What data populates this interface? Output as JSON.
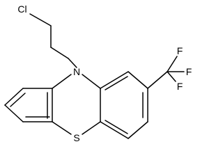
{
  "molecule": {
    "atoms": {
      "cl": "Cl",
      "n": "N",
      "s": "S",
      "f_top": "F",
      "f_right": "F",
      "f_bottom": "F"
    }
  },
  "colors": {
    "bond": "#000000",
    "background": "#ffffff"
  }
}
